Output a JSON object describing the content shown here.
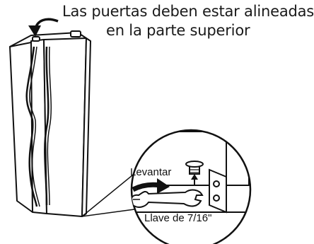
{
  "instruction": {
    "line1": "Las puertas deben estar alineadas",
    "line2": "en la parte superior"
  },
  "callouts": {
    "lift": "Levantar",
    "wrench": "Llave de 7/16\""
  },
  "colors": {
    "ink": "#111111",
    "background": "#ffffff"
  }
}
